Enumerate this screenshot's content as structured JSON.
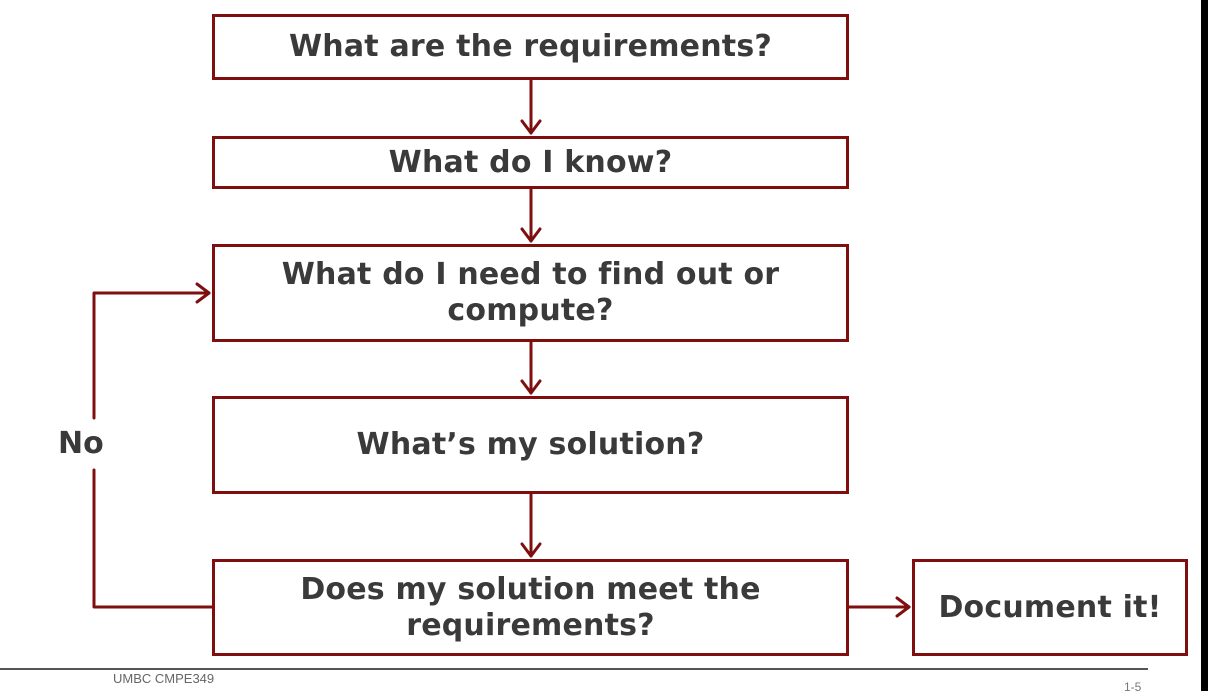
{
  "steps": {
    "requirements": "What are the requirements?",
    "know": "What do I know?",
    "find_out_line1": "What do I need to find out or",
    "find_out_line2": "compute?",
    "solution": "What’s my solution?",
    "meet_line1": "Does my solution meet the",
    "meet_line2": "requirements?",
    "document": "Document it!"
  },
  "loop_label": "No",
  "footer": {
    "course": "UMBC CMPE349",
    "page": "1-5"
  },
  "colors": {
    "border": "#7f0f0f",
    "text": "#3a3a3a"
  }
}
